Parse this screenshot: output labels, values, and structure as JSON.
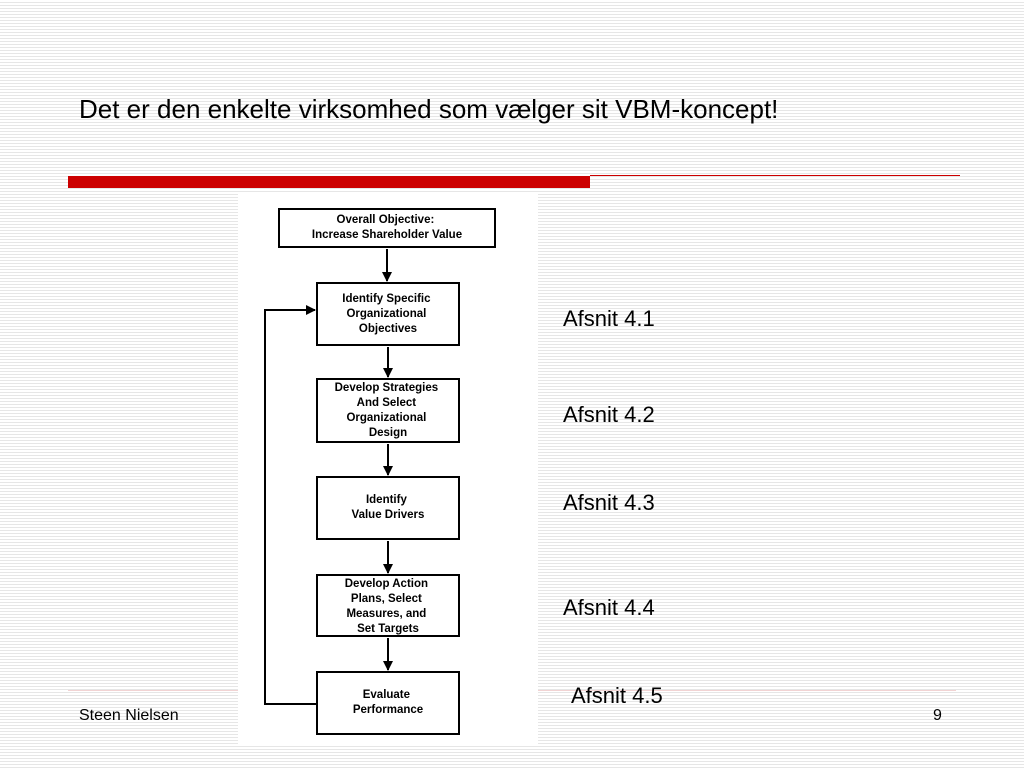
{
  "title": "Det er den enkelte virksomhed som vælger sit VBM-koncept!",
  "flowchart": {
    "boxes": [
      {
        "id": "overall-objective",
        "lines": [
          "Overall Objective:",
          "Increase Shareholder Value"
        ]
      },
      {
        "id": "identify-objectives",
        "lines": [
          "Identify Specific",
          "Organizational",
          "Objectives"
        ]
      },
      {
        "id": "develop-strategies",
        "lines": [
          "Develop Strategies",
          "And Select",
          "Organizational",
          "Design"
        ]
      },
      {
        "id": "identify-value-drivers",
        "lines": [
          "Identify",
          "Value Drivers"
        ]
      },
      {
        "id": "develop-action-plans",
        "lines": [
          "Develop Action",
          "Plans, Select",
          "Measures, and",
          "Set Targets"
        ]
      },
      {
        "id": "evaluate-performance",
        "lines": [
          "Evaluate",
          "Performance"
        ]
      }
    ]
  },
  "sections": [
    {
      "label": "Afsnit 4.1"
    },
    {
      "label": "Afsnit 4.2"
    },
    {
      "label": "Afsnit 4.3"
    },
    {
      "label": "Afsnit 4.4"
    },
    {
      "label": "Afsnit 4.5"
    }
  ],
  "footer": {
    "author": "Steen Nielsen",
    "page_number": "9"
  },
  "colors": {
    "accent": "#cc0000",
    "text": "#000000"
  }
}
